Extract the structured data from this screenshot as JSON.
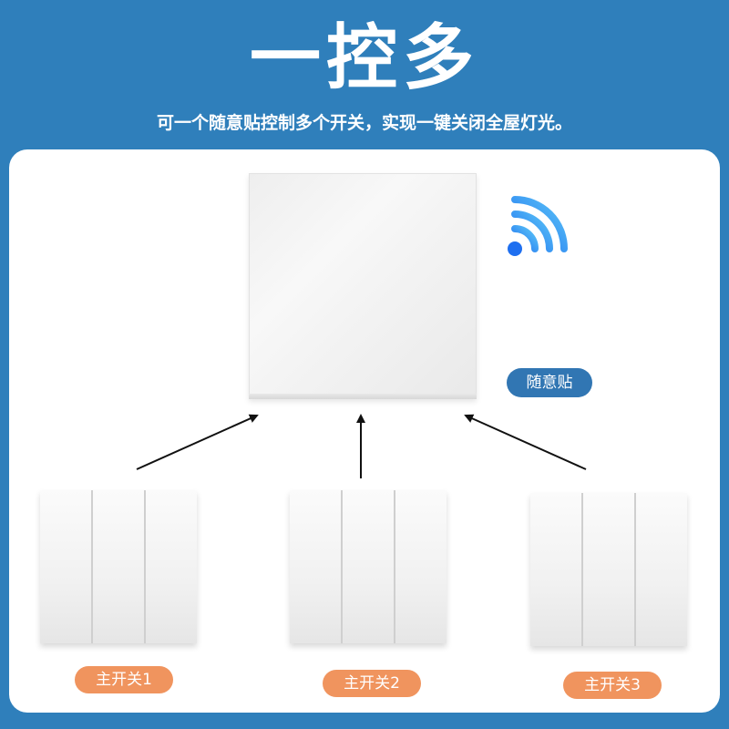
{
  "header": {
    "title": "一控多",
    "subtitle": "可一个随意贴控制多个开关，实现一键关闭全屋灯光。"
  },
  "remote": {
    "label": "随意贴",
    "wifi_icon": "wifi-signal-icon",
    "wifi_colors": [
      "#1e6ff0",
      "#3aa0f5",
      "#5cc6f7"
    ]
  },
  "switches": [
    {
      "label": "主开关1"
    },
    {
      "label": "主开关2"
    },
    {
      "label": "主开关3"
    }
  ],
  "colors": {
    "background": "#2f7fbb",
    "label_blue": "#3176b3",
    "label_orange": "#f0945e"
  }
}
